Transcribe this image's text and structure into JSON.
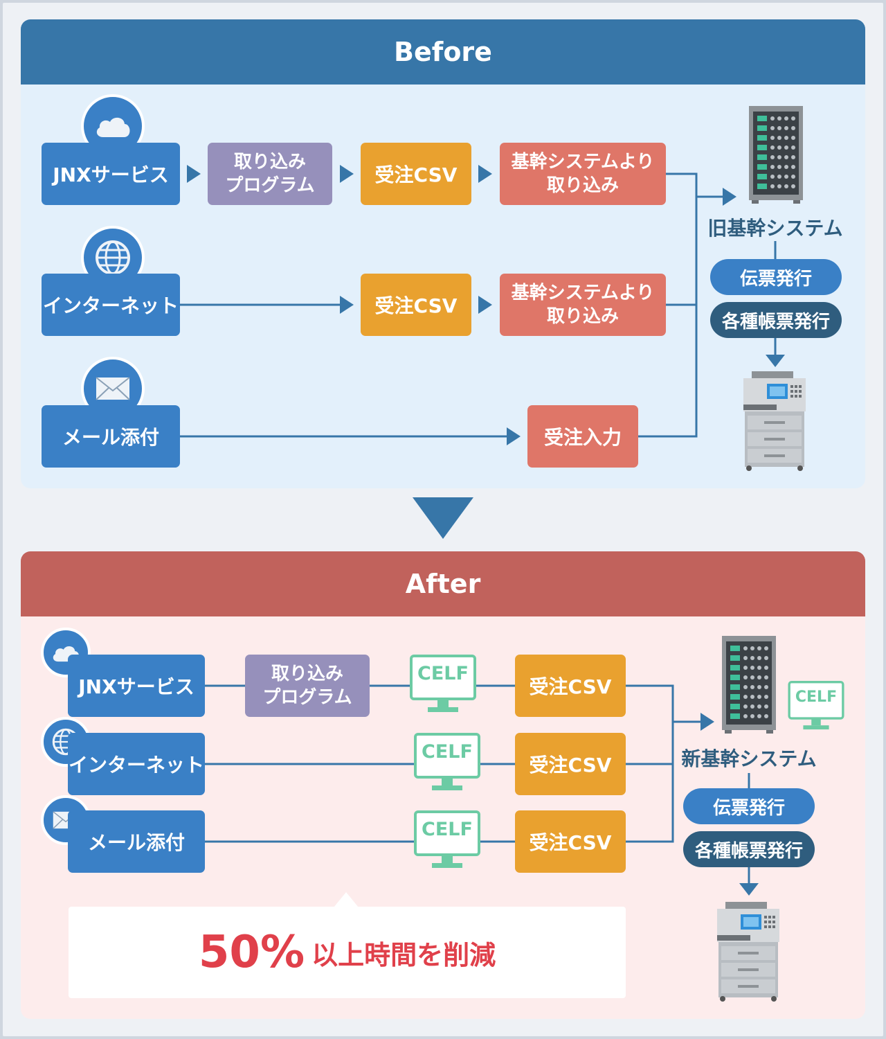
{
  "before": {
    "title": "Before",
    "sources": [
      "JNXサービス",
      "インターネット",
      "メール添付"
    ],
    "source_icons": [
      "cloud-icon",
      "globe-icon",
      "envelope-icon"
    ],
    "import_program": [
      "取り込み",
      "プログラム"
    ],
    "order_csv": "受注CSV",
    "core_import": [
      "基幹システムより",
      "取り込み"
    ],
    "order_entry": "受注入力",
    "system": "旧基幹システム",
    "slip": "伝票発行",
    "forms": "各種帳票発行"
  },
  "after": {
    "title": "After",
    "sources": [
      "JNXサービス",
      "インターネット",
      "メール添付"
    ],
    "import_program": [
      "取り込み",
      "プログラム"
    ],
    "celf": "CELF",
    "order_csv": "受注CSV",
    "system": "新基幹システム",
    "slip": "伝票発行",
    "forms": "各種帳票発行",
    "result_big": "50%",
    "result_small": "以上時間を削減"
  },
  "colors": {
    "before_header": "#3776a8",
    "before_bg": "#e3f0fb",
    "after_header": "#c1625c",
    "after_bg": "#fdecec",
    "source_blue": "#3a80c6",
    "import_purple": "#9690bb",
    "csv_orange": "#e9a12f",
    "core_red": "#df7668",
    "celf_green": "#6ccba4",
    "result_red": "#e0404a"
  }
}
